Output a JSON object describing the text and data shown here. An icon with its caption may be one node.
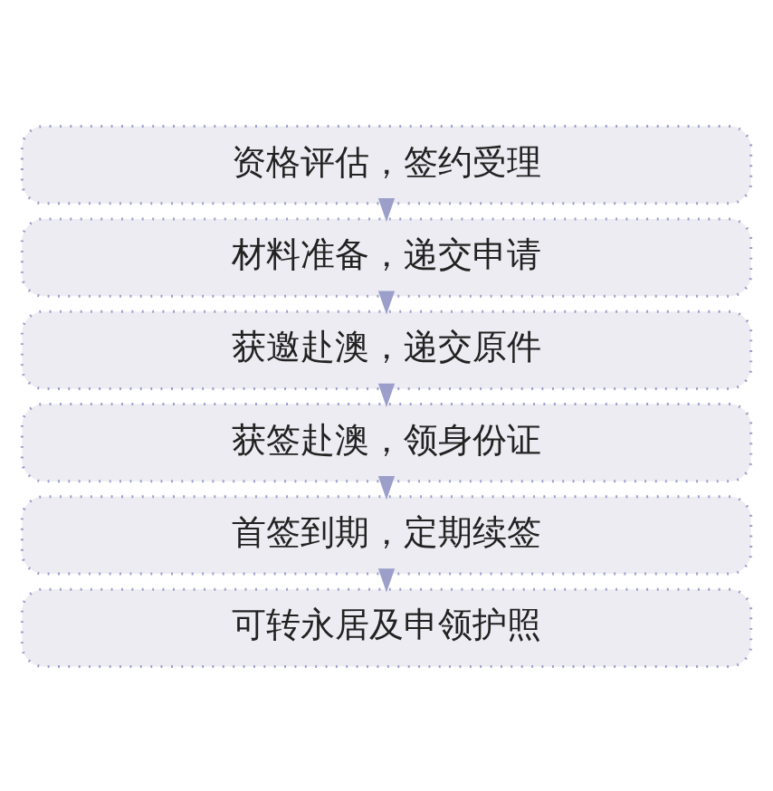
{
  "diagram": {
    "nodes": [
      {
        "text": [
          "资格评估，签约受理"
        ]
      },
      {
        "text": [
          "材料准备，递交申请"
        ]
      },
      {
        "text": [
          "获邀赴澳，递交原件"
        ]
      },
      {
        "text": [
          "获签赴澳，领身份证"
        ]
      },
      {
        "text": [
          "首签到期，定期续签"
        ]
      },
      {
        "text": [
          "可转永居及申领护照"
        ]
      }
    ],
    "edges": [
      {
        "from": 0,
        "to": 1,
        "arrow": "to"
      },
      {
        "from": 1,
        "to": 2,
        "arrow": "to"
      },
      {
        "from": 2,
        "to": 3,
        "arrow": "to"
      },
      {
        "from": 3,
        "to": 4,
        "arrow": "to"
      },
      {
        "from": 4,
        "to": 5,
        "arrow": "to"
      }
    ]
  }
}
